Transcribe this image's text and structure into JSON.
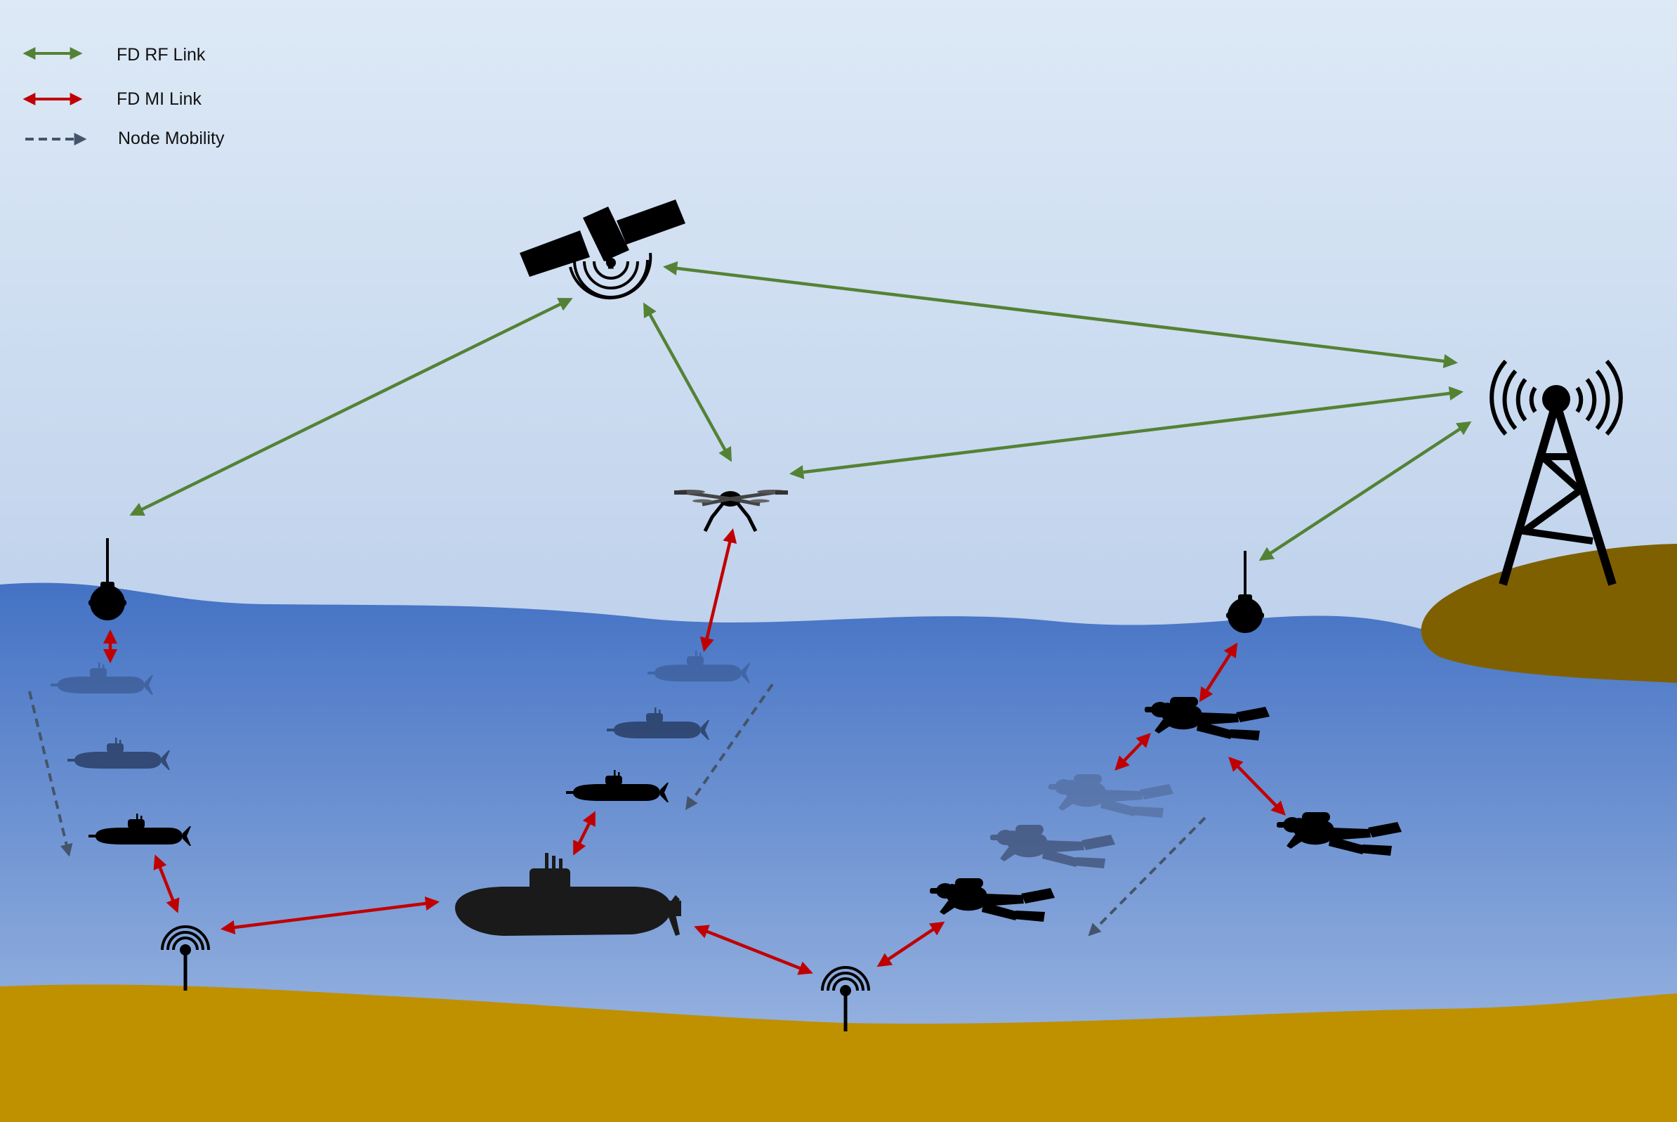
{
  "legend": {
    "rf_label": "FD RF Link",
    "mi_label": "FD MI Link",
    "mobility_label": "Node Mobility"
  },
  "colors": {
    "rf_link": "#548235",
    "mi_link": "#c00000",
    "mobility": "#44546a",
    "sky_top": "#dde9f6",
    "sky_bottom": "#a8c0e4",
    "water_top": "#4472c4",
    "water_bottom": "#9fb8e2",
    "seabed": "#bf9000",
    "shore": "#7f6000",
    "silhouette": "#000000"
  },
  "icons": {
    "satellite": "satellite-icon",
    "tower": "cell-tower-icon",
    "drone": "quadcopter-icon",
    "buoy": "buoy-icon",
    "submarine": "submarine-icon",
    "auv": "auv-icon",
    "diver": "diver-icon",
    "seabed_node": "seabed-antenna-icon"
  }
}
